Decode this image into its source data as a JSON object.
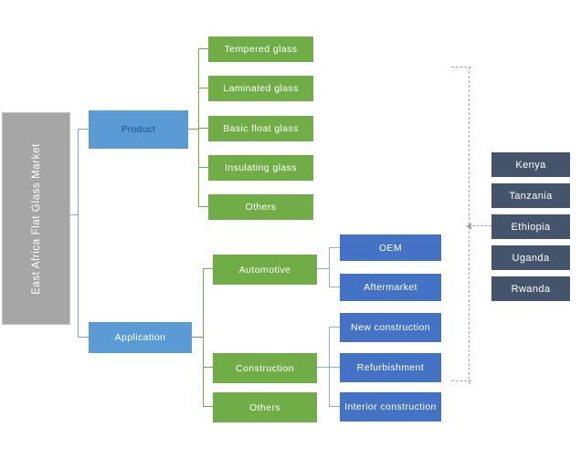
{
  "root_label": "East Africa Flat Glass Market",
  "product": {
    "label": "Product"
  },
  "product_items": [
    "Tempered glass",
    "Laminated glass",
    "Basic float glass",
    "Insulating glass",
    "Others"
  ],
  "application": {
    "label": "Application"
  },
  "application_items": [
    "Automotive",
    "Construction",
    "Others"
  ],
  "automotive_items": [
    "OEM",
    "Aftermarket"
  ],
  "construction_items": [
    "New construction",
    "Refurbishment",
    "Interior construction"
  ],
  "regions": [
    "Kenya",
    "Tanzania",
    "Ethiopia",
    "Uganda",
    "Rwanda"
  ],
  "colors": {
    "root_gray": "#A6A6A6",
    "level1_blue": "#5B9BD5",
    "segment_green": "#70AD47",
    "leaf_blue": "#4472C4",
    "region_navy": "#44546A",
    "connector_blue": "#7EA6D8",
    "connector_green": "#70AD47",
    "connector_periwinkle": "#8FAADC",
    "dashed_gray": "#A6A6A6",
    "product_text": "#1F4E79",
    "white_text": "#FFFFFF"
  }
}
